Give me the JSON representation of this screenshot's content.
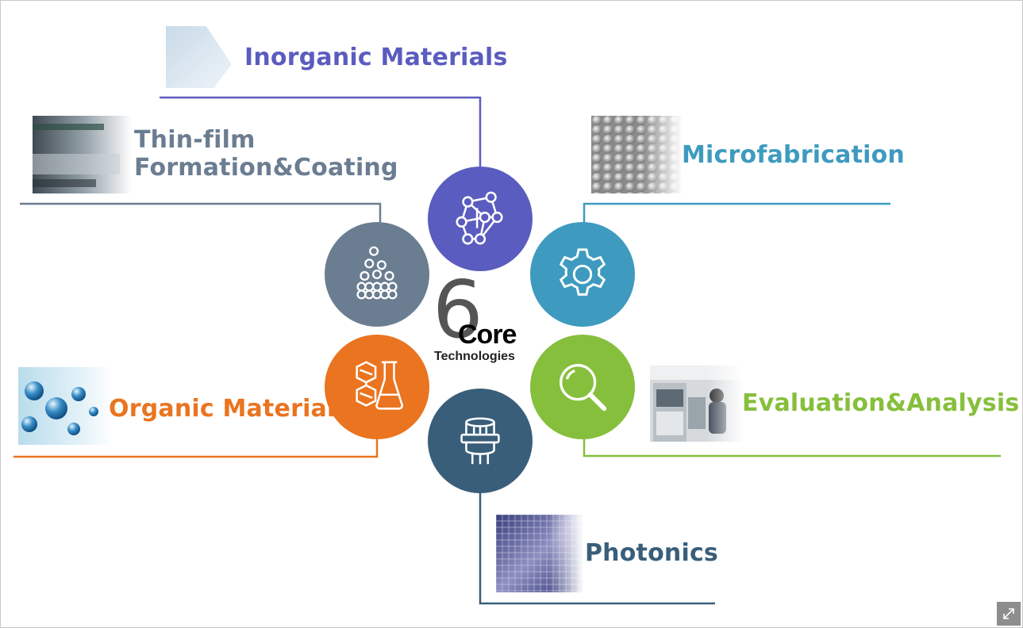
{
  "logo": {
    "numeral": "6",
    "word": "Core",
    "subtitle": "Technologies"
  },
  "nodes": [
    {
      "id": "inorganic",
      "label": "Inorganic Materials",
      "color": "#5b5cbf",
      "icon": "crystal-lattice-icon",
      "thumbnail": "glass-plate"
    },
    {
      "id": "thinfilm",
      "label_line1": "Thin-film",
      "label_line2": "Formation&Coating",
      "color": "#6b7d91",
      "icon": "particle-deposition-icon",
      "thumbnail": "coating-roll"
    },
    {
      "id": "microfabrication",
      "label": "Microfabrication",
      "color": "#3e9bbf",
      "icon": "gear-icon",
      "thumbnail": "microstructure-surface"
    },
    {
      "id": "organic",
      "label": "Organic Materials",
      "color": "#ea7420",
      "icon": "flask-molecule-icon",
      "thumbnail": "water-droplets"
    },
    {
      "id": "evaluation",
      "label": "Evaluation&Analysis",
      "color": "#86bf3c",
      "icon": "magnifier-icon",
      "thumbnail": "lab-researcher"
    },
    {
      "id": "photonics",
      "label": "Photonics",
      "color": "#395e7a",
      "icon": "optical-component-icon",
      "thumbnail": "wafer"
    }
  ],
  "controls": {
    "expand_icon": "expand-arrows-icon"
  }
}
